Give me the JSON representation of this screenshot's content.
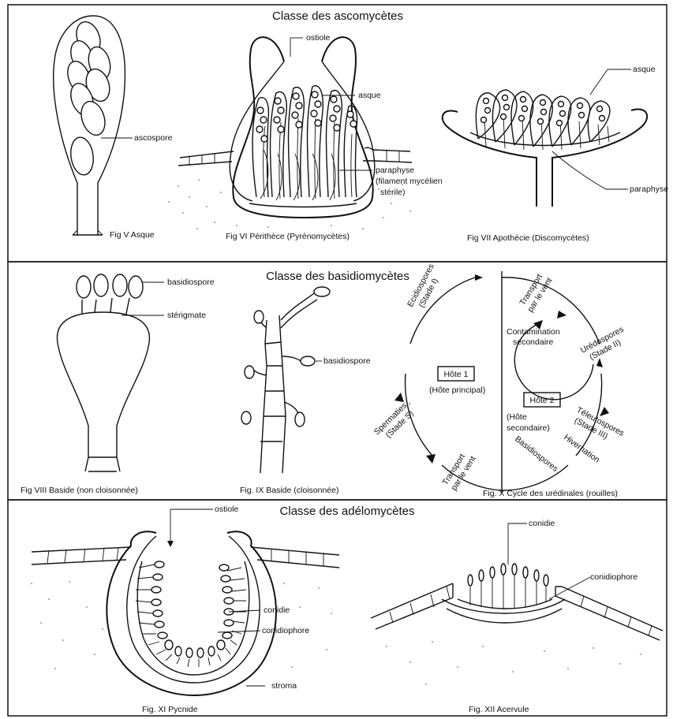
{
  "panels": [
    {
      "heading": "Classe des ascomycètes",
      "labels": {
        "ascospore": "ascospore",
        "ostiole": "ostiole",
        "asque_vi": "asque",
        "paraphyse_vi_1": "paraphyse",
        "paraphyse_vi_2": "(filament mycélien",
        "paraphyse_vi_3": "stérile)",
        "asque_vii": "asque",
        "paraphyse_vii": "paraphyse"
      },
      "captions": {
        "fig5": "Fig  V   Asque",
        "fig6": "Fig  VI  Périthèce (Pyrénomycètes)",
        "fig7": "Fig  VII  Apothécie (Discomycètes)"
      }
    },
    {
      "heading": "Classe des basidiomycètes",
      "labels": {
        "basidiospore_viii": "basidiospore",
        "sterigmate": "stérigmate",
        "basidiospore_ix": "basidiospore",
        "ecidiospores_1": "Ecidiospores",
        "ecidiospores_2": "(Stade I)",
        "transport_top_1": "Transport",
        "transport_top_2": "par le vent",
        "contamination_1": "Contamination",
        "contamination_2": "secondaire",
        "uredospores_1": "Urédospores",
        "uredospores_2": "(Stade II)",
        "hote1_box": "Hôte 1",
        "hote1_sub": "(Hôte principal)",
        "spermaties_1": "Spermaties ,",
        "spermaties_2": "(Stade S)",
        "hote2_box": "Hôte 2",
        "hote2_sub_1": "(Hôte",
        "hote2_sub_2": "secondaire)",
        "teleutospores_1": "Téleutospores",
        "teleutospores_2": "(Stade III)",
        "hivernation": "Hivernation",
        "basidiospores_cycle": "Basidiospores",
        "transport_bottom_1": "Transport",
        "transport_bottom_2": "par le vent"
      },
      "captions": {
        "fig8": "Fig  VIII  Baside (non cloisonnée)",
        "fig9": "Fig. IX  Baside (cloisonnée)",
        "fig10": "Fig. X  Cycle des urédinales (rouilles)"
      }
    },
    {
      "heading": "Classe  des  adélomycètes",
      "labels": {
        "ostiole": "ostiole",
        "conidie_xi": "conidie",
        "conidiophore_xi": "conidiophore",
        "stroma": "stroma",
        "conidie_xii": "conidie",
        "conidiophore_xii": "conidiophore"
      },
      "captions": {
        "fig11": "Fig. XI  Pycnide",
        "fig12": "Fig. XII  Acervule"
      }
    }
  ]
}
